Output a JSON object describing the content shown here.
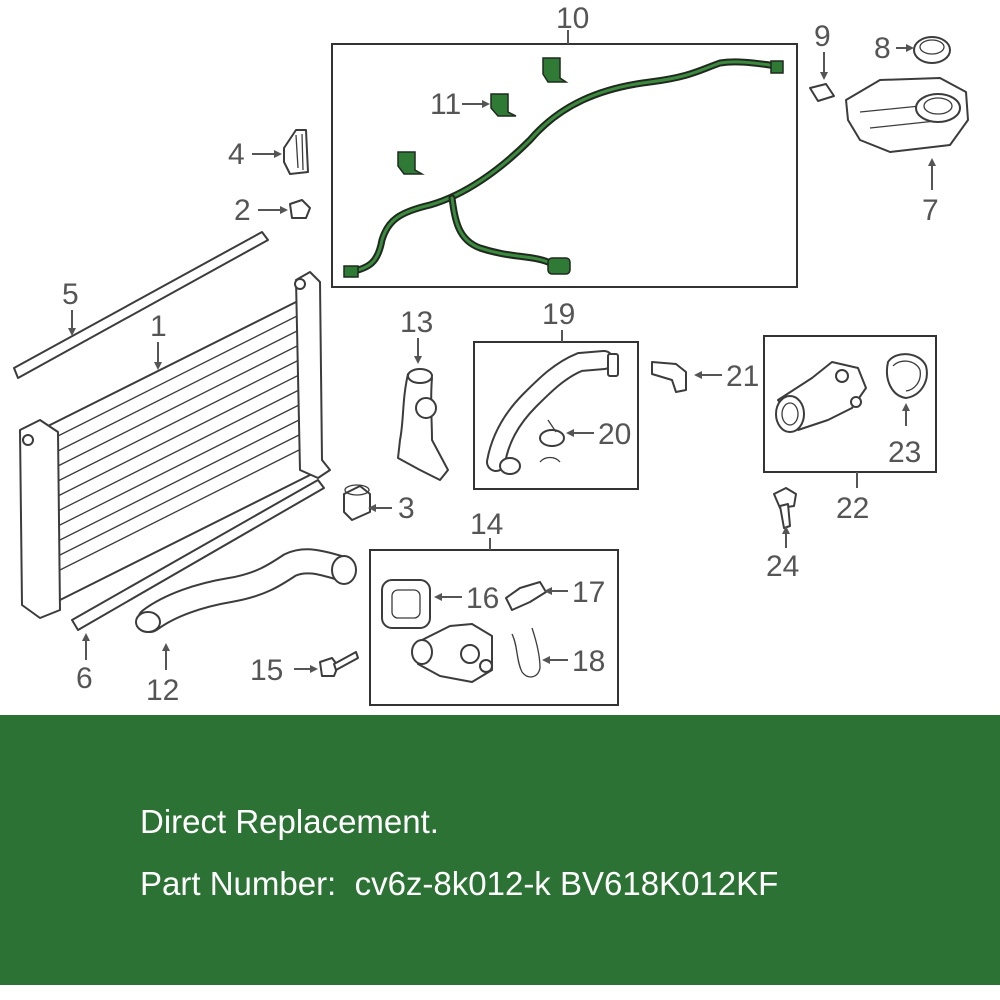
{
  "colors": {
    "banner_bg": "#2c7234",
    "highlight_part": "#2f7a35",
    "line_gray": "#555555",
    "banner_text": "#ffffff"
  },
  "callouts": [
    "10",
    "9",
    "8",
    "11",
    "4",
    "7",
    "2",
    "5",
    "1",
    "13",
    "19",
    "21",
    "20",
    "22",
    "23",
    "3",
    "24",
    "14",
    "16",
    "17",
    "18",
    "15",
    "6",
    "12"
  ],
  "banner": {
    "line1": "Direct Replacement.",
    "line2": "Part Number:  cv6z-8k012-k BV618K012KF"
  }
}
